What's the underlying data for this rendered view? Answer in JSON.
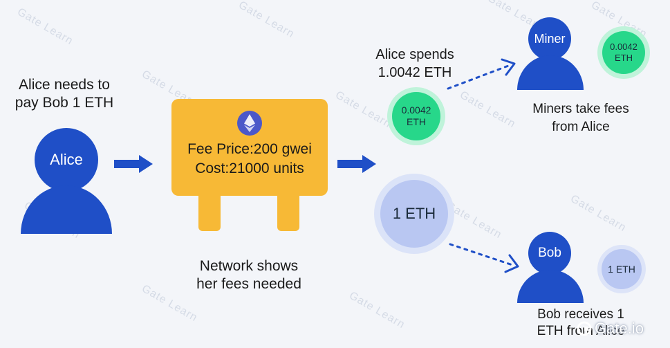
{
  "alice": {
    "caption": "Alice needs to\npay Bob 1 ETH",
    "name": "Alice"
  },
  "network": {
    "fee_price": "Fee Price:200 gwei",
    "cost": "Cost:21000 units",
    "caption": "Network shows\nher fees needed",
    "icon": "ethereum-icon"
  },
  "spend": {
    "caption": "Alice spends\n1.0042 ETH"
  },
  "fee_coin": {
    "amount": "0.0042",
    "unit": "ETH"
  },
  "miner": {
    "name": "Miner",
    "caption": "Miners take fees\nfrom Alice",
    "coin": {
      "amount": "0.0042",
      "unit": "ETH"
    }
  },
  "transfer_coin": {
    "label": "1 ETH"
  },
  "bob": {
    "name": "Bob",
    "caption": "Bob receives 1\nETH from Alice",
    "coin": {
      "label": "1 ETH"
    }
  },
  "brand": {
    "watermark": "Gate Learn",
    "logo": "Gate.io"
  },
  "colors": {
    "person": "#1f4fc7",
    "arrow": "#1f4fc7",
    "machine": "#f7b936",
    "coin_green": "#27d78a",
    "coin_blue": "#b9c7f2",
    "background": "#f3f5f9"
  }
}
